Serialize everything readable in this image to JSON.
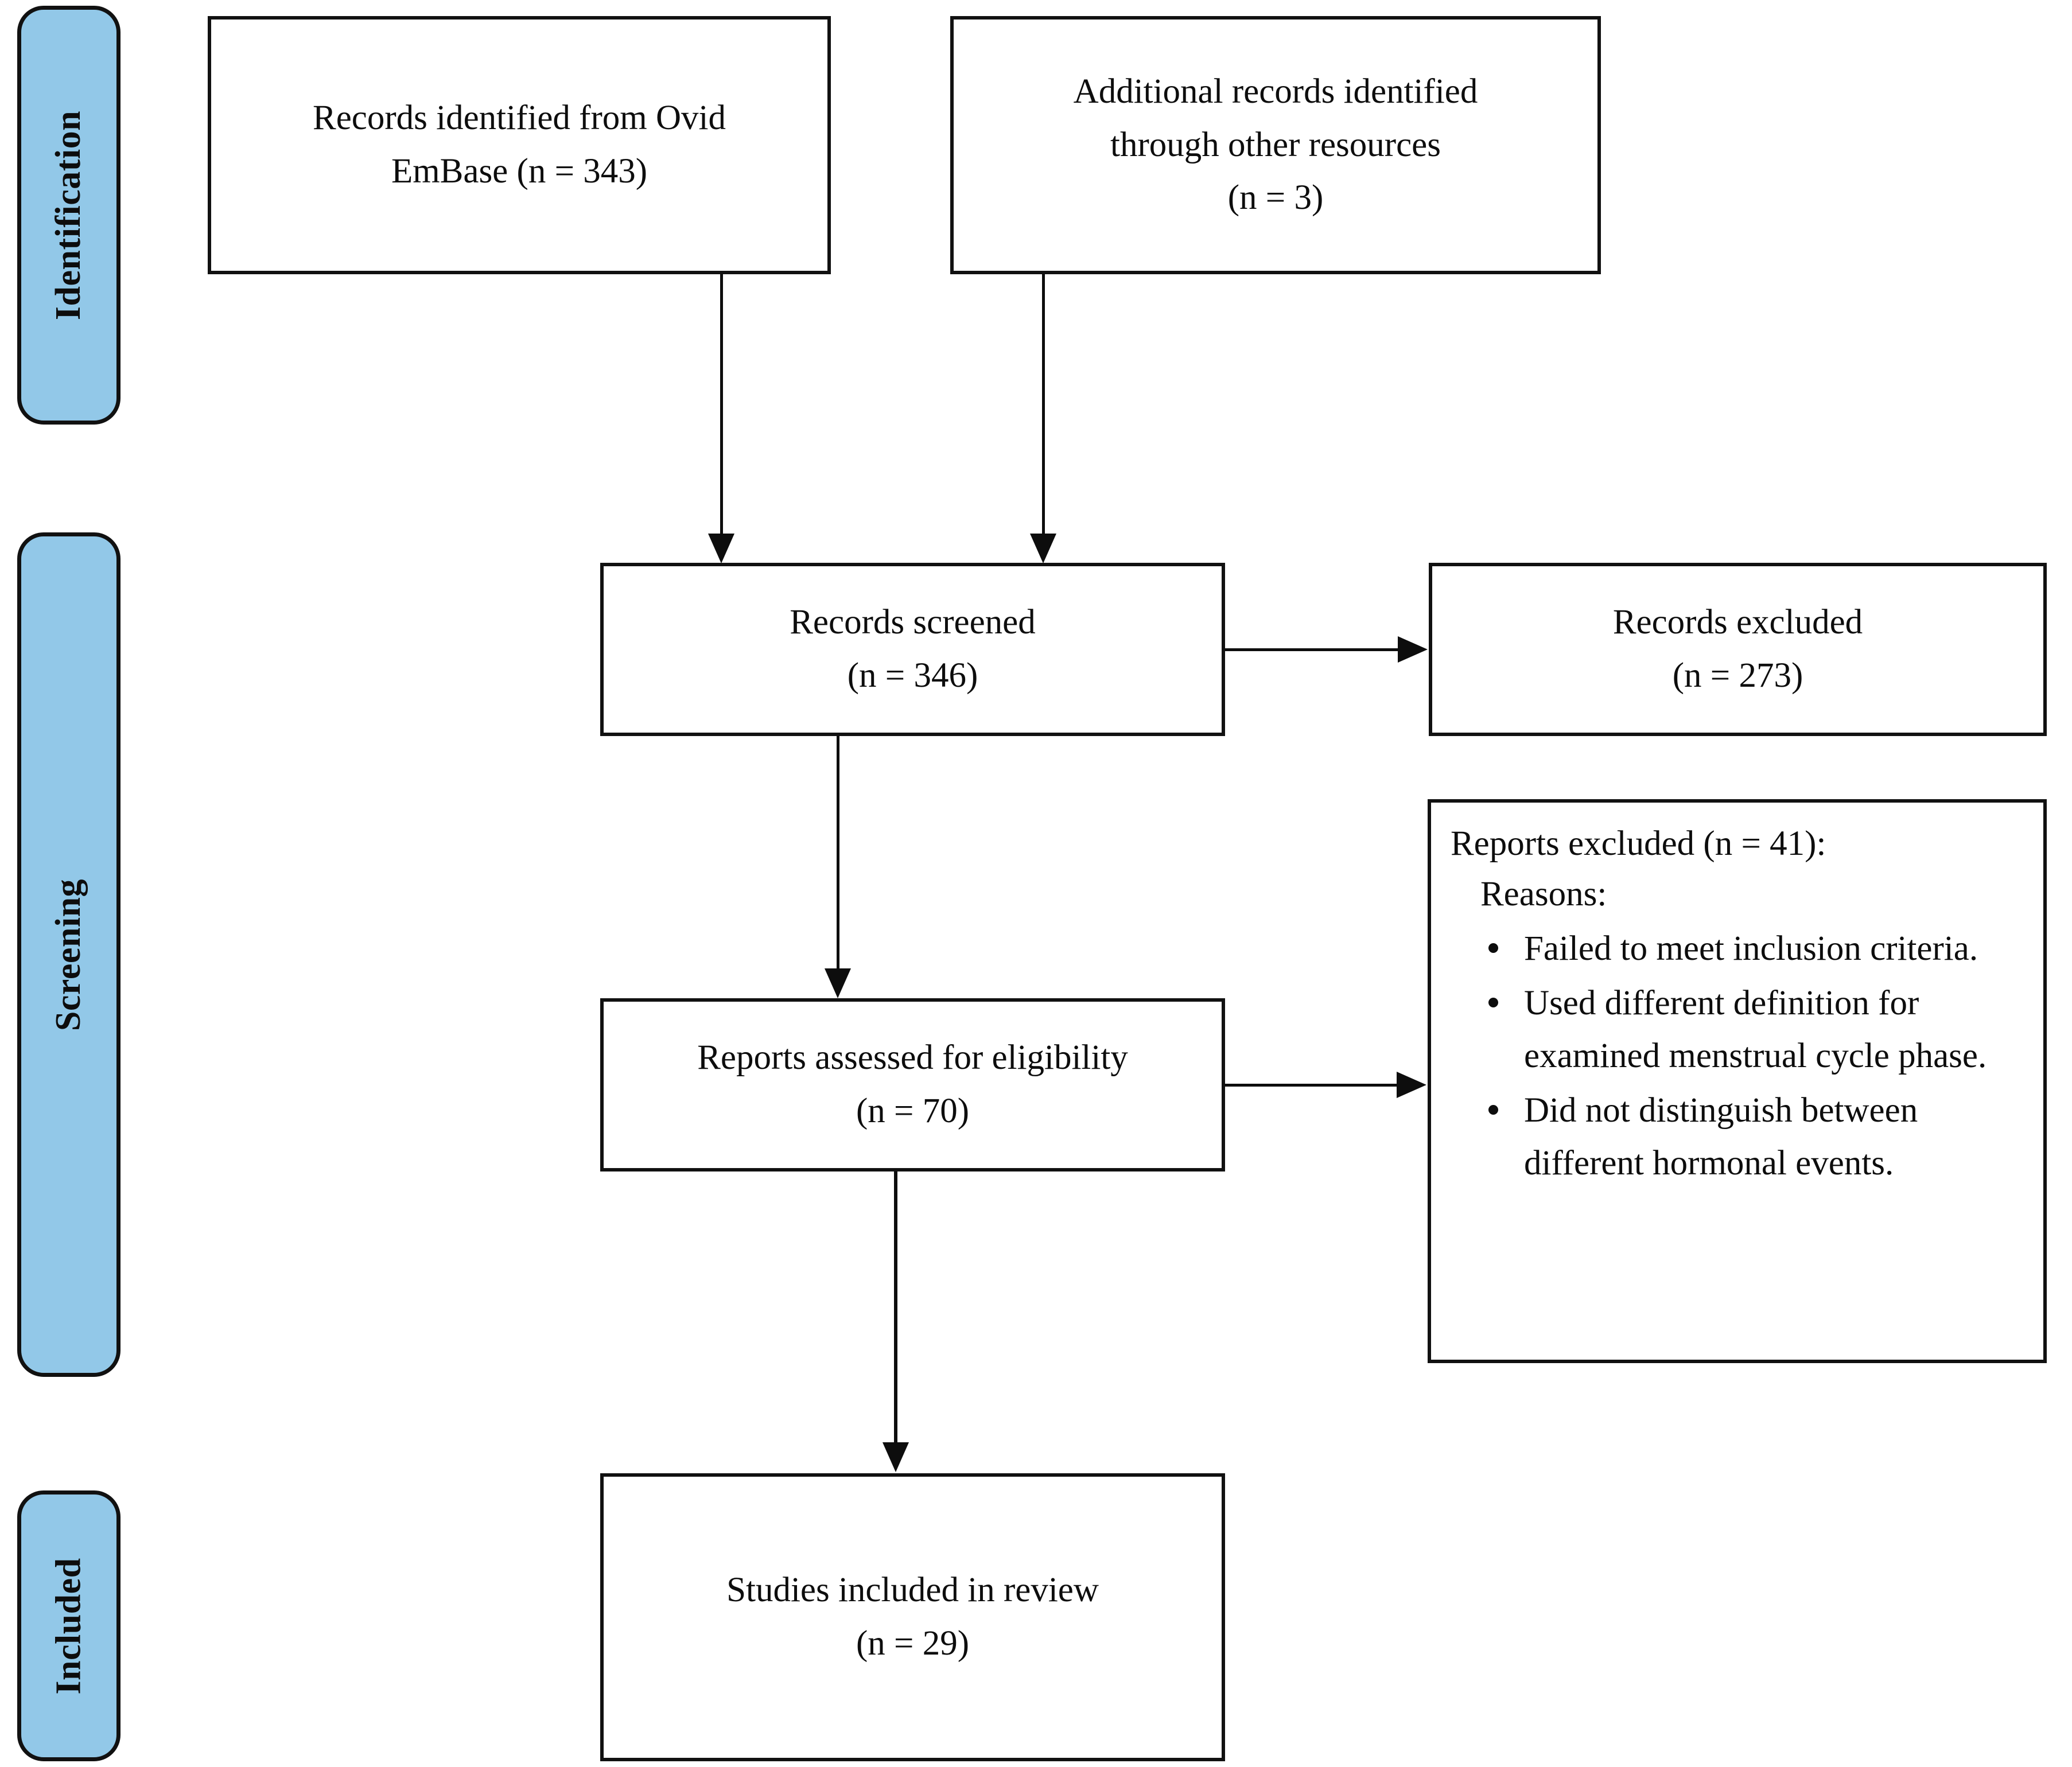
{
  "diagram": {
    "type": "prisma-flow-diagram",
    "accent_color": "#92C8E8",
    "line_color": "#0d0d0d",
    "box_fill": "#ffffff"
  },
  "phases": [
    {
      "id": "identification",
      "label": "Identification"
    },
    {
      "id": "screening",
      "label": "Screening"
    },
    {
      "id": "included",
      "label": "Included"
    }
  ],
  "boxes": {
    "records_identified": {
      "line1": "Records identified from Ovid",
      "line2": "EmBase (n = 343)"
    },
    "additional_records": {
      "line1": "Additional records identified",
      "line2": "through other resources",
      "line3": "(n = 3)"
    },
    "records_screened": {
      "line1": "Records screened",
      "line2": "(n = 346)"
    },
    "records_excluded": {
      "line1": "Records excluded",
      "line2": "(n = 273)"
    },
    "reports_assessed": {
      "line1": "Reports assessed for eligibility",
      "line2": "(n = 70)"
    },
    "reports_excluded": {
      "title": "Reports excluded (n = 41):",
      "subtitle": "Reasons:",
      "reasons": [
        "Failed to meet inclusion criteria.",
        "Used different definition for examined menstrual cycle phase.",
        "Did not distinguish between different hormonal events."
      ]
    },
    "studies_included": {
      "line1": "Studies included in review",
      "line2": "(n = 29)"
    }
  },
  "counts": {
    "records_identified_ovid_embase": 343,
    "additional_records_other_resources": 3,
    "records_screened": 346,
    "records_excluded": 273,
    "reports_assessed_for_eligibility": 70,
    "reports_excluded": 41,
    "studies_included_in_review": 29
  }
}
